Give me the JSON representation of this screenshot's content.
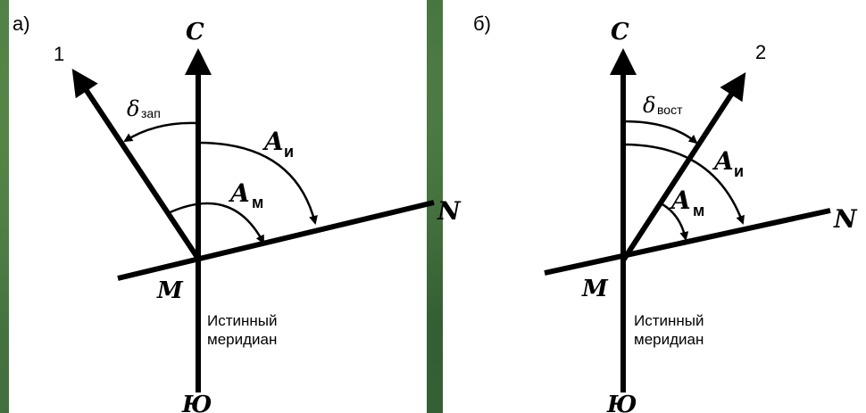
{
  "panel_a": {
    "tag": "а)",
    "north": "С",
    "south": "Ю",
    "line_label": "1",
    "n_label": "N",
    "m_label": "M",
    "meridian_line1": "Истинный",
    "meridian_line2": "меридиан",
    "delta": "δ",
    "delta_sub": "зап",
    "a_true": "A",
    "a_true_sub": "и",
    "a_mag": "A",
    "a_mag_sub": "м"
  },
  "panel_b": {
    "tag": "б)",
    "north": "С",
    "south": "Ю",
    "line_label": "2",
    "n_label": "N",
    "m_label": "M",
    "meridian_line1": "Истинный",
    "meridian_line2": "меридиан",
    "delta": "δ",
    "delta_sub": "вост",
    "a_true": "A",
    "a_true_sub": "и",
    "a_mag": "A",
    "a_mag_sub": "м"
  }
}
